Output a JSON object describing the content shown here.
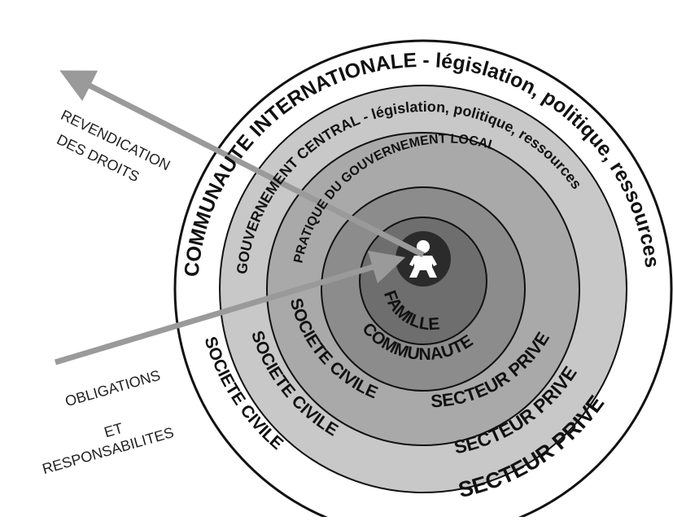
{
  "diagram": {
    "colors": {
      "outer_ring": "#ffffff",
      "ring_2": "#c8c8c8",
      "ring_3": "#a9a9a9",
      "ring_4": "#8c8c8c",
      "ring_5": "#6e6e6e",
      "center": "#2b2b2b",
      "arrow": "#9a9a9a",
      "outline": "#111111"
    },
    "rings": {
      "outer": {
        "top_text": "COMMUNAUTE INTERNATIONALE - législation, politique, ressources",
        "left_bottom_text": "SOCIETE CIVILE",
        "right_bottom_text": "SECTEUR PRIVE"
      },
      "second": {
        "top_text": "GOUVERNEMENT CENTRAL - législation, politique, ressources",
        "left_bottom_text": "SOCIETE CIVILE",
        "right_bottom_text": "SECTEUR PRIVE"
      },
      "third": {
        "top_text": "PRATIQUE DU GOUVERNEMENT LOCAL",
        "left_bottom_text": "SOCIETE CIVILE",
        "right_bottom_text": "SECTEUR PRIVE"
      },
      "fourth": {
        "bottom_text": "COMMUNAUTE"
      },
      "fifth": {
        "bottom_text": "FAMILLE"
      },
      "center_icon": "child-icon"
    },
    "arrows": {
      "rights": {
        "line1": "REVENDICATION",
        "line2": "DES DROITS"
      },
      "obligations": {
        "line1": "OBLIGATIONS",
        "line2": "ET",
        "line3": "RESPONSABILITES"
      }
    }
  }
}
